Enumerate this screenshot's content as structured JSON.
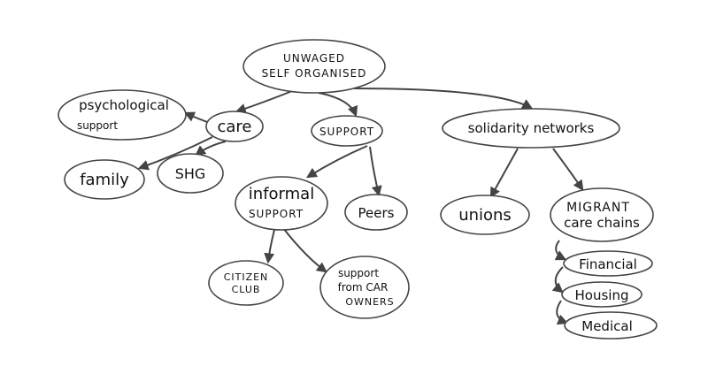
{
  "diagram": {
    "root": {
      "line1": "UNWAGED",
      "line2": "SELF ORGANISED"
    },
    "care": "care",
    "psych": {
      "line1": "psychological",
      "line2": "support"
    },
    "family": "family",
    "shg": "SHG",
    "support": "SUPPORT",
    "informal": {
      "line1": "informal",
      "line2": "SUPPORT"
    },
    "peers": "Peers",
    "citizen": {
      "line1": "CITIZEN",
      "line2": "CLUB"
    },
    "carowners": {
      "line1": "support",
      "line2": "from CAR",
      "line3": "OWNERS"
    },
    "solidarity": "solidarity networks",
    "unions": "unions",
    "migrant": {
      "line1": "MIGRANT",
      "line2": "care chains"
    },
    "financial": "Financial",
    "housing": "Housing",
    "medical": "Medical"
  }
}
